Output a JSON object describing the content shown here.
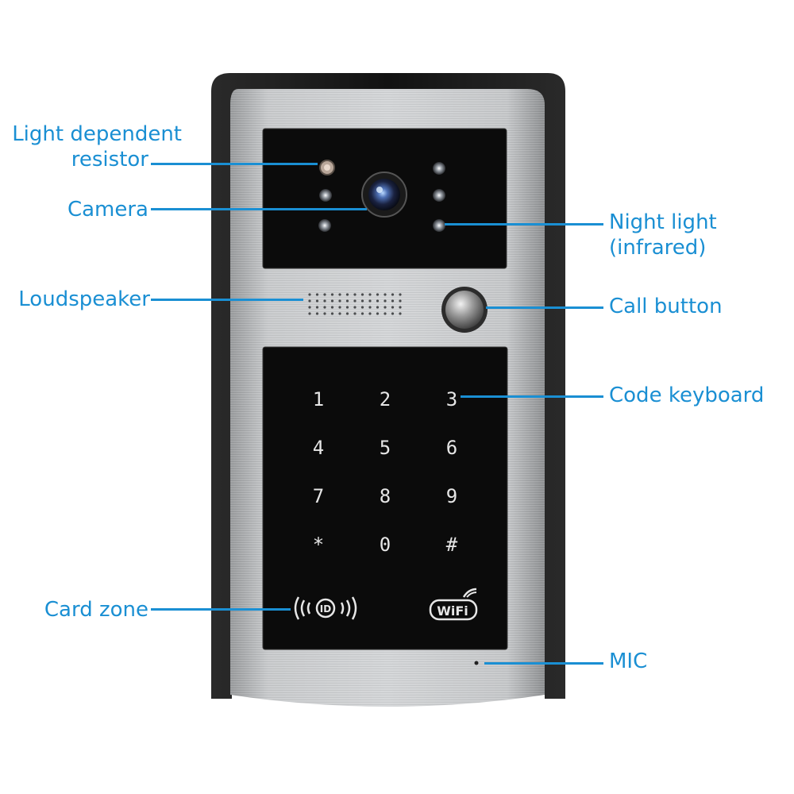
{
  "labels": {
    "ldr_line1": "Light dependent",
    "ldr_line2": "resistor",
    "camera": "Camera",
    "loudspeaker": "Loudspeaker",
    "card_zone": "Card zone",
    "night_light_line1": "Night light",
    "night_light_line2": "(infrared)",
    "call_button": "Call button",
    "code_keyboard": "Code keyboard",
    "mic": "MIC"
  },
  "keypad": {
    "keys": [
      "1",
      "2",
      "3",
      "4",
      "5",
      "6",
      "7",
      "8",
      "9",
      "*",
      "0",
      "#"
    ]
  },
  "logos": {
    "wifi": "WiFi",
    "id": "ID"
  },
  "colors": {
    "label_blue": "#1a8fd3",
    "panel_silver": "#c4c6c8",
    "frame_black": "#151515",
    "glass_black": "#0b0b0b",
    "key_text": "#e6e6e6"
  },
  "icons": {
    "camera_lens": "lens-icon",
    "ir_led": "ir-led-icon",
    "ldr": "ldr-icon",
    "call_button": "round-button-icon",
    "card_zone": "rfid-id-icon",
    "wifi": "wifi-logo-icon",
    "mic": "mic-hole-icon"
  }
}
